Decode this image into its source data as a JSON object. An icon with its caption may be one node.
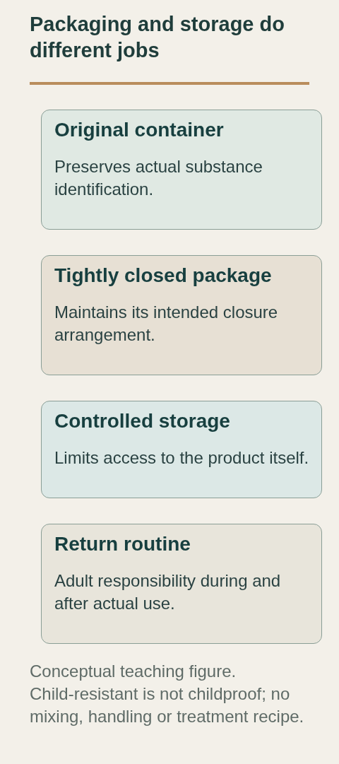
{
  "diagram": {
    "title": "Packaging and storage do different jobs",
    "nodes": [
      {
        "text": [
          "Original container",
          "Preserves actual substance identification."
        ]
      },
      {
        "text": [
          "Tightly closed package",
          "Maintains its intended closure arrangement."
        ]
      },
      {
        "text": [
          "Controlled storage",
          "Limits access to the product itself."
        ]
      },
      {
        "text": [
          "Return routine",
          "Adult responsibility during and after actual use."
        ]
      }
    ],
    "edges": [],
    "caption": "Conceptual teaching figure. Child-resistant is not childproof; no mixing, handling or treatment recipe."
  }
}
